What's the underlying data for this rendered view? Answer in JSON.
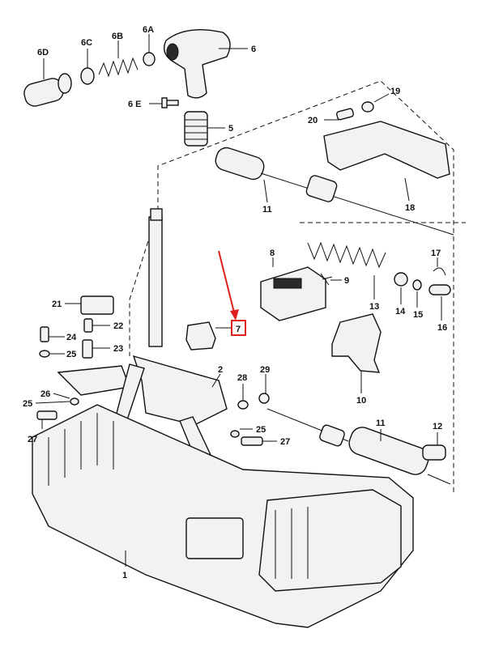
{
  "labels": [
    {
      "id": "6D",
      "text": "6D"
    },
    {
      "id": "6C",
      "text": "6C"
    },
    {
      "id": "6B",
      "text": "6B"
    },
    {
      "id": "6A",
      "text": "6A"
    },
    {
      "id": "6",
      "text": "6"
    },
    {
      "id": "6E",
      "text": "6 E"
    },
    {
      "id": "5",
      "text": "5"
    },
    {
      "id": "19",
      "text": "19"
    },
    {
      "id": "20",
      "text": "20"
    },
    {
      "id": "11a",
      "text": "11"
    },
    {
      "id": "18",
      "text": "18"
    },
    {
      "id": "8",
      "text": "8"
    },
    {
      "id": "9",
      "text": "9"
    },
    {
      "id": "17",
      "text": "17"
    },
    {
      "id": "13",
      "text": "13"
    },
    {
      "id": "14",
      "text": "14"
    },
    {
      "id": "15",
      "text": "15"
    },
    {
      "id": "16",
      "text": "16"
    },
    {
      "id": "21",
      "text": "21"
    },
    {
      "id": "22",
      "text": "22"
    },
    {
      "id": "24",
      "text": "24"
    },
    {
      "id": "23",
      "text": "23"
    },
    {
      "id": "25a",
      "text": "25"
    },
    {
      "id": "7",
      "text": "7"
    },
    {
      "id": "10",
      "text": "10"
    },
    {
      "id": "2",
      "text": "2"
    },
    {
      "id": "28",
      "text": "28"
    },
    {
      "id": "29",
      "text": "29"
    },
    {
      "id": "26",
      "text": "26"
    },
    {
      "id": "25b",
      "text": "25"
    },
    {
      "id": "27a",
      "text": "27"
    },
    {
      "id": "25c",
      "text": "25"
    },
    {
      "id": "27b",
      "text": "27"
    },
    {
      "id": "11b",
      "text": "11"
    },
    {
      "id": "12",
      "text": "12"
    },
    {
      "id": "1",
      "text": "1"
    }
  ],
  "highlight": {
    "label_id": "7",
    "color": "#e0201c"
  }
}
